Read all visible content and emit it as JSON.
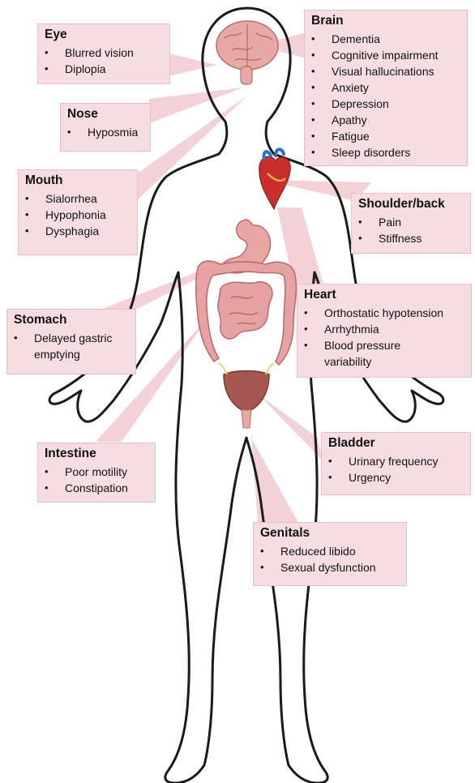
{
  "colors": {
    "callout_fill": "#f6dde1",
    "callout_border": "#e9bfc6",
    "connector_fill": "#f2cfd5",
    "body_outline": "#1a1a1a",
    "organ_pink": "#e7a3a3",
    "heart_red": "#c9302c"
  },
  "icons": [
    "brain-icon",
    "heart-icon",
    "stomach-icon",
    "intestine-icon",
    "bladder-icon"
  ],
  "callouts": {
    "eye": {
      "title": "Eye",
      "items": [
        "Blurred vision",
        "Diplopia"
      ]
    },
    "nose": {
      "title": "Nose",
      "items": [
        "Hyposmia"
      ]
    },
    "mouth": {
      "title": "Mouth",
      "items": [
        "Sialorrhea",
        "Hypophonia",
        "Dysphagia"
      ]
    },
    "brain": {
      "title": "Brain",
      "items": [
        "Dementia",
        "Cognitive impairment",
        "Visual hallucinations",
        "Anxiety",
        "Depression",
        "Apathy",
        "Fatigue",
        "Sleep disorders"
      ]
    },
    "shoulder": {
      "title": "Shoulder/back",
      "items": [
        "Pain",
        "Stiffness"
      ]
    },
    "heart": {
      "title": "Heart",
      "items": [
        "Orthostatic hypotension",
        "Arrhythmia",
        "Blood pressure variability"
      ]
    },
    "stomach": {
      "title": "Stomach",
      "items": [
        "Delayed gastric emptying"
      ]
    },
    "intestine": {
      "title": "Intestine",
      "items": [
        "Poor motility",
        "Constipation"
      ]
    },
    "bladder": {
      "title": "Bladder",
      "items": [
        "Urinary frequency",
        "Urgency"
      ]
    },
    "genitals": {
      "title": "Genitals",
      "items": [
        "Reduced libido",
        "Sexual dysfunction"
      ]
    }
  }
}
